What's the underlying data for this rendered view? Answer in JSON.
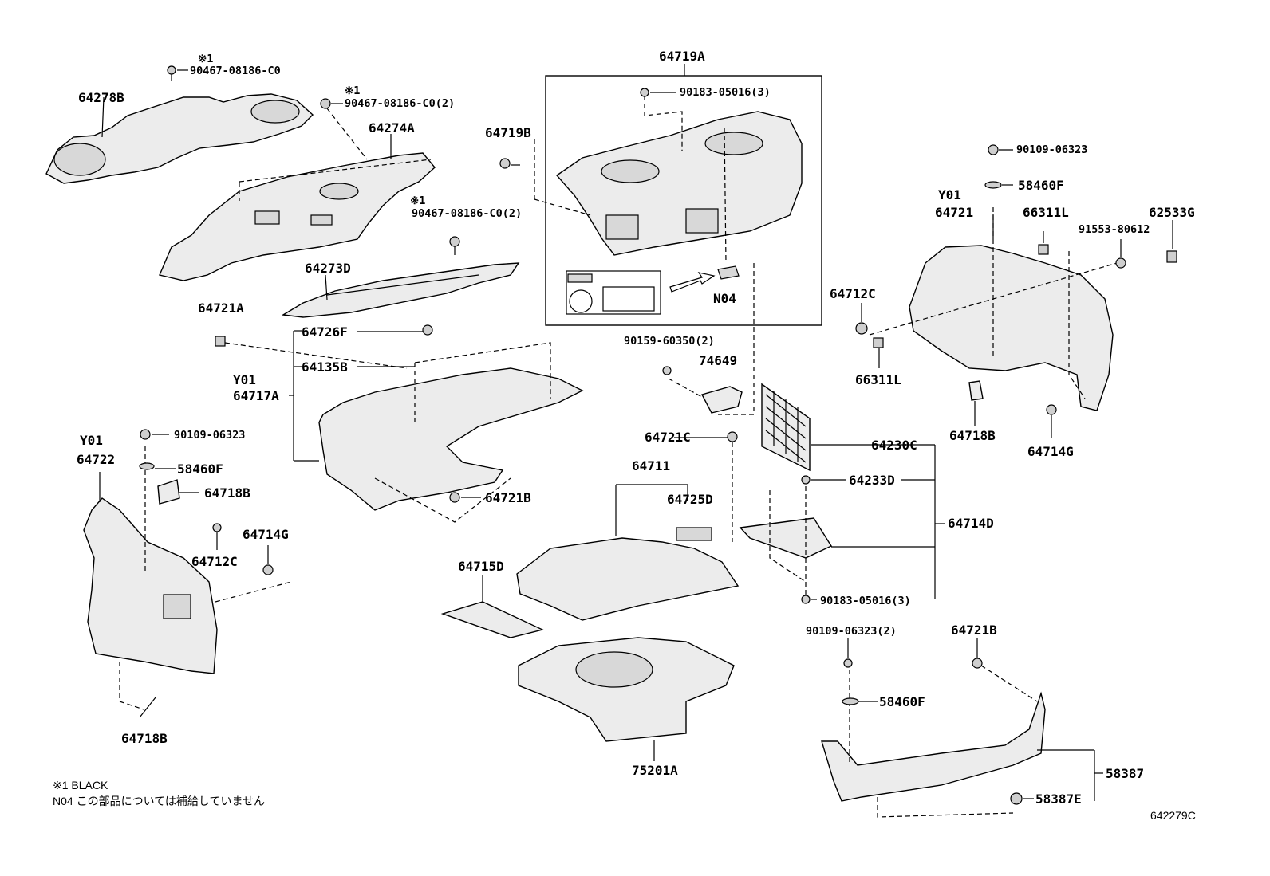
{
  "diagram": {
    "parts": {
      "p64278B": "64278B",
      "p64274A": "64274A",
      "p64273D": "64273D",
      "p64721A": "64721A",
      "p64726F": "64726F",
      "p64135B": "64135B",
      "y01_a": "Y01",
      "p64717A": "64717A",
      "p90467_1": "90467-08186-C0",
      "p90467_2": "90467-08186-C0(2)",
      "p90467_3": "90467-08186-C0(2)",
      "mark1a": "※1",
      "mark1b": "※1",
      "mark1c": "※1",
      "p64719A": "64719A",
      "p90183_top": "90183-05016(3)",
      "p64719B": "64719B",
      "pN04": "N04",
      "p90159": "90159-60350(2)",
      "p74649": "74649",
      "p64721C": "64721C",
      "p64230C": "64230C",
      "p64233D": "64233D",
      "p64714D": "64714D",
      "p90183_bottom": "90183-05016(3)",
      "p64711": "64711",
      "p64725D": "64725D",
      "p64715D": "64715D",
      "p75201A": "75201A",
      "p64721B_mid": "64721B",
      "y01_left": "Y01",
      "p64722": "64722",
      "p90109_left": "90109-06323",
      "p58460F_left": "58460F",
      "p64718B_left": "64718B",
      "p64714G_left": "64714G",
      "p64712C_left": "64712C",
      "p64718B_bottom": "64718B",
      "p90109_right": "90109-06323",
      "p58460F_right": "58460F",
      "y01_right": "Y01",
      "p64721": "64721",
      "p66311L_a": "66311L",
      "p62533G": "62533G",
      "p91553": "91553-80612",
      "p64712C_right": "64712C",
      "p66311L_b": "66311L",
      "p64718B_right": "64718B",
      "p64714G_right": "64714G",
      "p90109_bottom": "90109-06323(2)",
      "p64721B_bottom": "64721B",
      "p58460F_bottom": "58460F",
      "p58387": "58387",
      "p58387E": "58387E"
    },
    "notes": {
      "black": "※1 BLACK",
      "n04": "N04 この部品については補給していません"
    },
    "figure_id": "642279C"
  }
}
